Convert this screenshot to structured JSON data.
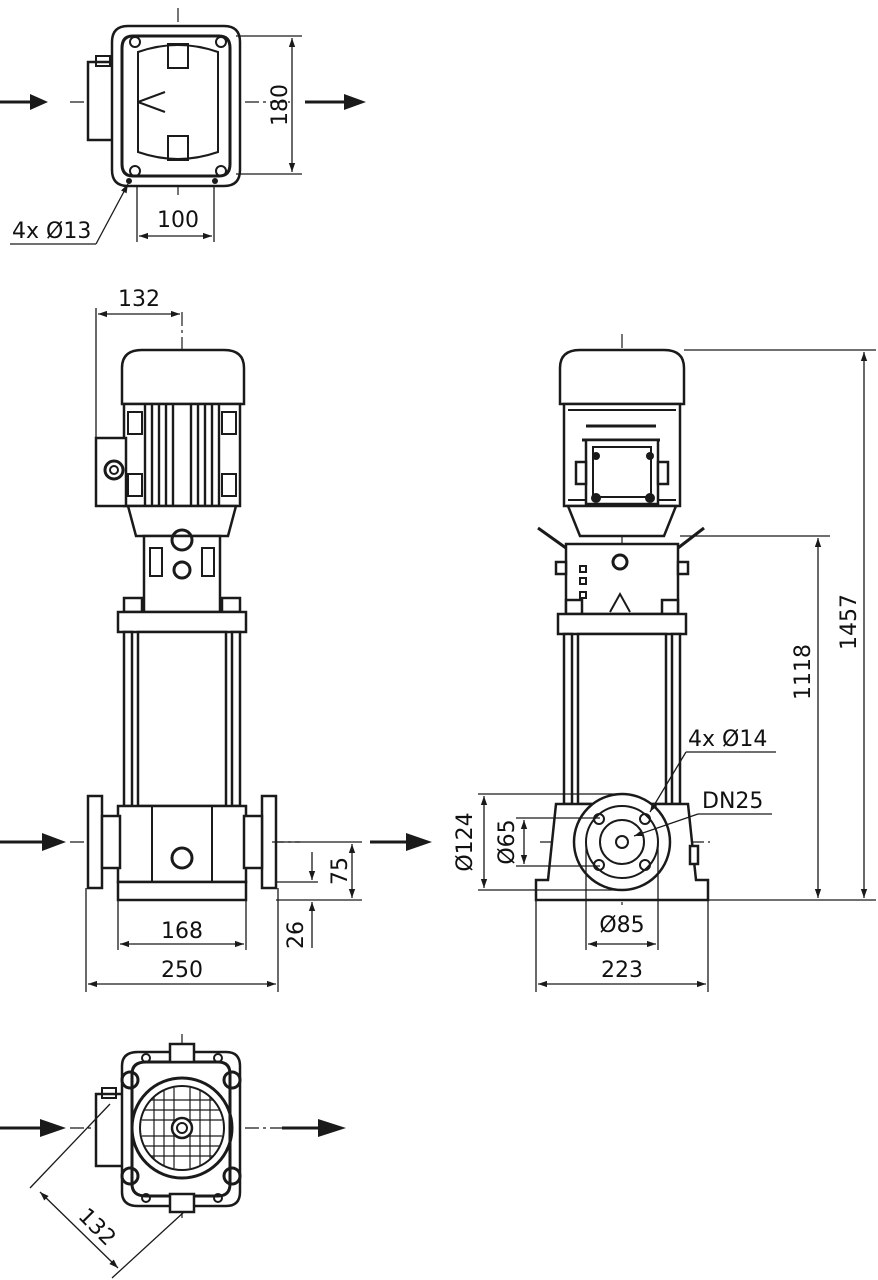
{
  "top_view": {
    "mount_holes": "4x Ø13",
    "width": "100",
    "depth": "180"
  },
  "front_view": {
    "motor_offset": "132",
    "base_inner": "168",
    "base_outer": "250",
    "pipe_height": "75",
    "base_height": "26"
  },
  "side_view": {
    "flange_outer": "Ø124",
    "flange_inner": "Ø65",
    "bolt_circle": "Ø85",
    "flange_holes": "4x Ø14",
    "nominal_size": "DN25",
    "base_width": "223",
    "height_to_lantern": "1118",
    "total_height": "1457"
  },
  "bottom_view": {
    "diagonal": "132"
  }
}
